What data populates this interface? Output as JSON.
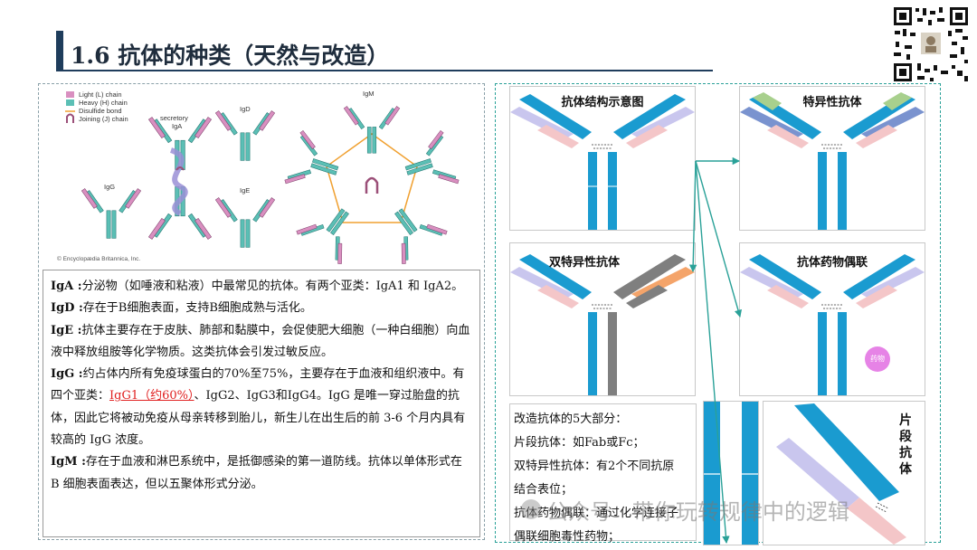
{
  "title": "1.6 抗体的种类（天然与改造）",
  "diagram": {
    "legend": [
      "Light (L) chain",
      "Heavy (H) chain",
      "Disulfide bond",
      "Joining (J) chain"
    ],
    "labels": {
      "secretory": "secretory",
      "iga": "IgA",
      "igd": "IgD",
      "igm": "IgM",
      "igg": "IgG",
      "ige": "IgE"
    },
    "copyright": "© Encyclopædia Britannica, Inc."
  },
  "descriptions": [
    {
      "name": "IgA :",
      "text": "分泌物（如唾液和粘液）中最常见的抗体。有两个亚类：IgA1 和 IgA2。"
    },
    {
      "name": "IgD :",
      "text": "存在于B细胞表面，支持B细胞成熟与活化。"
    },
    {
      "name": "IgE :",
      "text": "抗体主要存在于皮肤、肺部和黏膜中，会促使肥大细胞（一种白细胞）向血液中释放组胺等化学物质。这类抗体会引发过敏反应。"
    },
    {
      "name": "IgG :",
      "before": "约占体内所有免疫球蛋白的70%至75%，主要存在于血液和组织液中。有四个亚类：",
      "highlight": "IgG1（约60%）",
      "after": "、IgG2、IgG3和IgG4。IgG 是唯一穿过胎盘的抗体，因此它将被动免疫从母亲转移到胎儿，新生儿在出生后的前 3-6 个月内具有较高的 IgG 浓度。"
    },
    {
      "name": "IgM :",
      "text": "存在于血液和淋巴系统中，是抵御感染的第一道防线。抗体以单体形式在 B 细胞表面表达，但以五聚体形式分泌。"
    }
  ],
  "cards": {
    "structure": "抗体结构示意图",
    "specific": "特异性抗体",
    "bispecific": "双特异性抗体",
    "adc": "抗体药物偶联",
    "drug": "药物",
    "fragment": "片段抗体"
  },
  "modifications": {
    "heading": "改造抗体的5大部分：",
    "items": [
      "片段抗体：如Fab或Fc；",
      "双特异性抗体：有2个不同抗原",
      "结合表位；",
      "抗体药物偶联：通过化学连接子",
      "偶联细胞毒性药物；"
    ]
  },
  "watermark": "公众号 · 带你玩转规律中的逻辑",
  "colors": {
    "title_accent": "#1f3d5c",
    "heavy_chain": "#1a9bd0",
    "light_chain_pink": "#f4c6c8",
    "light_chain_lavender": "#c9c6ee",
    "specific_green": "#a8d08d",
    "specific_blue": "#7a93cf",
    "bispecific_orange": "#f4a46a",
    "bispecific_gray": "#7f7f7f",
    "drug_magenta": "#e683e6",
    "highlight_red": "#e02020",
    "panel_border_teal": "#2aa198"
  }
}
